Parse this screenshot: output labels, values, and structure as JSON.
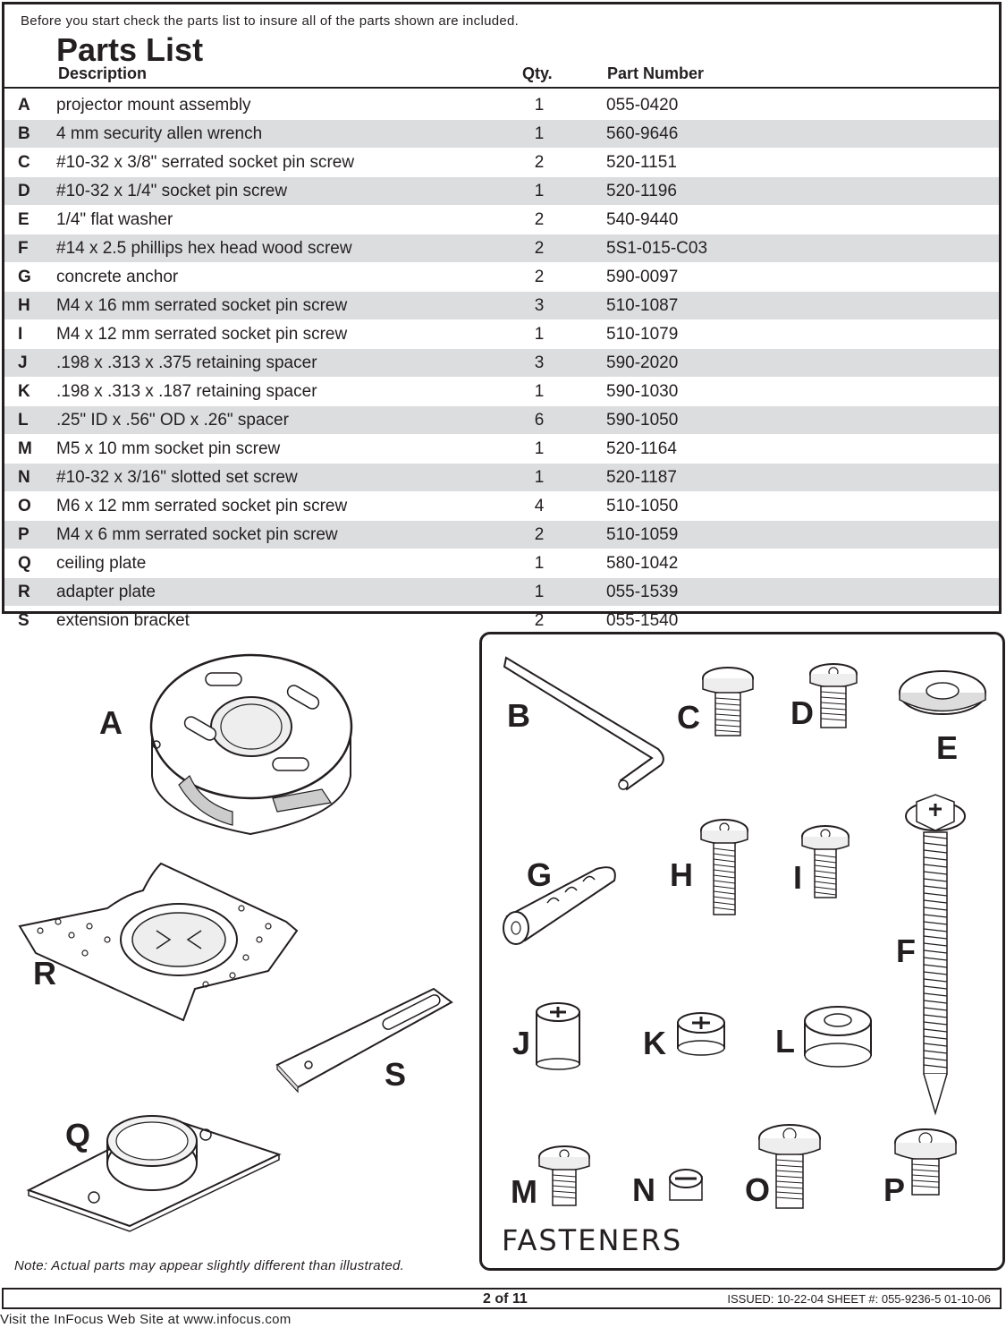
{
  "intro_text": "Before you start check the parts list to insure all of the parts shown are included.",
  "title": "Parts List",
  "headers": {
    "description": "Description",
    "qty": "Qty.",
    "part_number": "Part Number"
  },
  "parts": [
    {
      "letter": "A",
      "description": "projector mount assembly",
      "qty": "1",
      "part_number": "055-0420"
    },
    {
      "letter": "B",
      "description": "4 mm security allen wrench",
      "qty": "1",
      "part_number": "560-9646"
    },
    {
      "letter": "C",
      "description": "#10-32 x 3/8\" serrated socket pin screw",
      "qty": "2",
      "part_number": "520-1151"
    },
    {
      "letter": "D",
      "description": "#10-32 x 1/4\" socket pin screw",
      "qty": "1",
      "part_number": "520-1196"
    },
    {
      "letter": "E",
      "description": "1/4\" flat washer",
      "qty": "2",
      "part_number": "540-9440"
    },
    {
      "letter": "F",
      "description": "#14 x 2.5 phillips hex head wood screw",
      "qty": "2",
      "part_number": "5S1-015-C03"
    },
    {
      "letter": "G",
      "description": "concrete anchor",
      "qty": "2",
      "part_number": "590-0097"
    },
    {
      "letter": "H",
      "description": "M4 x 16 mm serrated socket pin screw",
      "qty": "3",
      "part_number": "510-1087"
    },
    {
      "letter": "I",
      "description": "M4 x 12 mm serrated socket pin screw",
      "qty": "1",
      "part_number": "510-1079"
    },
    {
      "letter": "J",
      "description": ".198 x .313 x .375 retaining spacer",
      "qty": "3",
      "part_number": "590-2020"
    },
    {
      "letter": "K",
      "description": ".198 x .313 x .187 retaining spacer",
      "qty": "1",
      "part_number": "590-1030"
    },
    {
      "letter": "L",
      "description": ".25\" ID x .56\" OD x .26\" spacer",
      "qty": "6",
      "part_number": "590-1050"
    },
    {
      "letter": "M",
      "description": "M5 x 10 mm socket pin screw",
      "qty": "1",
      "part_number": "520-1164"
    },
    {
      "letter": "N",
      "description": "#10-32 x 3/16\" slotted set screw",
      "qty": "1",
      "part_number": "520-1187"
    },
    {
      "letter": "O",
      "description": "M6 x 12 mm serrated socket pin screw",
      "qty": "4",
      "part_number": "510-1050"
    },
    {
      "letter": "P",
      "description": "M4 x 6 mm serrated socket pin screw",
      "qty": "2",
      "part_number": "510-1059"
    },
    {
      "letter": "Q",
      "description": "ceiling plate",
      "qty": "1",
      "part_number": "580-1042"
    },
    {
      "letter": "R",
      "description": "adapter plate",
      "qty": "1",
      "part_number": "055-1539"
    },
    {
      "letter": "S",
      "description": "extension bracket",
      "qty": "2",
      "part_number": "055-1540"
    }
  ],
  "illustration_labels": {
    "A": "A",
    "R": "R",
    "S": "S",
    "Q": "Q",
    "B": "B",
    "C": "C",
    "D": "D",
    "E": "E",
    "F": "F",
    "G": "G",
    "H": "H",
    "I": "I",
    "J": "J",
    "K": "K",
    "L": "L",
    "M": "M",
    "N": "N",
    "O": "O",
    "P": "P"
  },
  "fasteners_title": "FASTENERS",
  "note": "Note: Actual parts may appear slightly different than illustrated.",
  "footer": {
    "page": "2 of 11",
    "issued": "ISSUED: 10-22-04  SHEET #: 055-9236-5  01-10-06"
  },
  "website_text": "Visit the InFocus Web Site at www.infocus.com",
  "colors": {
    "row_shade": "#dcdddf",
    "ink": "#231f20"
  }
}
